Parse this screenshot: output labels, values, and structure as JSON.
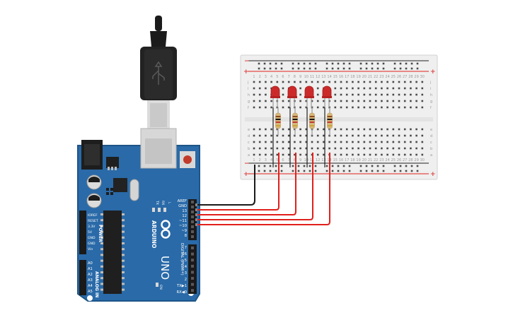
{
  "board": {
    "name": "UNO",
    "brand": "ARDUINO",
    "colors": {
      "pcb": "#2a6aa8",
      "wire_red": "#e0201b",
      "wire_black": "#1a1a1a",
      "led": "#cc2a2a",
      "breadboard": "#f1f1f1"
    },
    "header_top_labels": [
      "AREF",
      "GND",
      "13",
      "12",
      "~11",
      "~10",
      "~9",
      "8"
    ],
    "header_bottom_labels": [
      "7",
      "~6",
      "~5",
      "4",
      "~3",
      "2",
      "TX▶1",
      "RX◀0"
    ],
    "digital_label": "DIGITAL (PWM~)",
    "power_labels": [
      "IOREF",
      "RESET",
      "3.3V",
      "5V",
      "GND",
      "GND",
      "Vin"
    ],
    "power_title": "POWER",
    "analog_labels": [
      "A0",
      "A1",
      "A2",
      "A3",
      "A4",
      "A5"
    ],
    "analog_title": "ANALOG IN",
    "small_labels": {
      "l": "L",
      "tx": "TX",
      "rx": "RX",
      "on": "ON"
    }
  },
  "breadboard": {
    "plus": "+",
    "minus": "−",
    "columns": [
      "1",
      "2",
      "3",
      "4",
      "5",
      "6",
      "7",
      "8",
      "9",
      "10",
      "11",
      "12",
      "13",
      "14",
      "15",
      "16",
      "17",
      "18",
      "19",
      "20",
      "21",
      "22",
      "23",
      "24",
      "25",
      "26",
      "27",
      "28",
      "29",
      "30"
    ],
    "rows_top": [
      "j",
      "i",
      "h",
      "g",
      "f"
    ],
    "rows_bottom": [
      "e",
      "d",
      "c",
      "b",
      "a"
    ]
  },
  "circuit": {
    "led_count": 4,
    "led_color": "red",
    "resistor_count": 4,
    "wired_pins": [
      "GND",
      "13",
      "12",
      "~11",
      "~10"
    ]
  }
}
